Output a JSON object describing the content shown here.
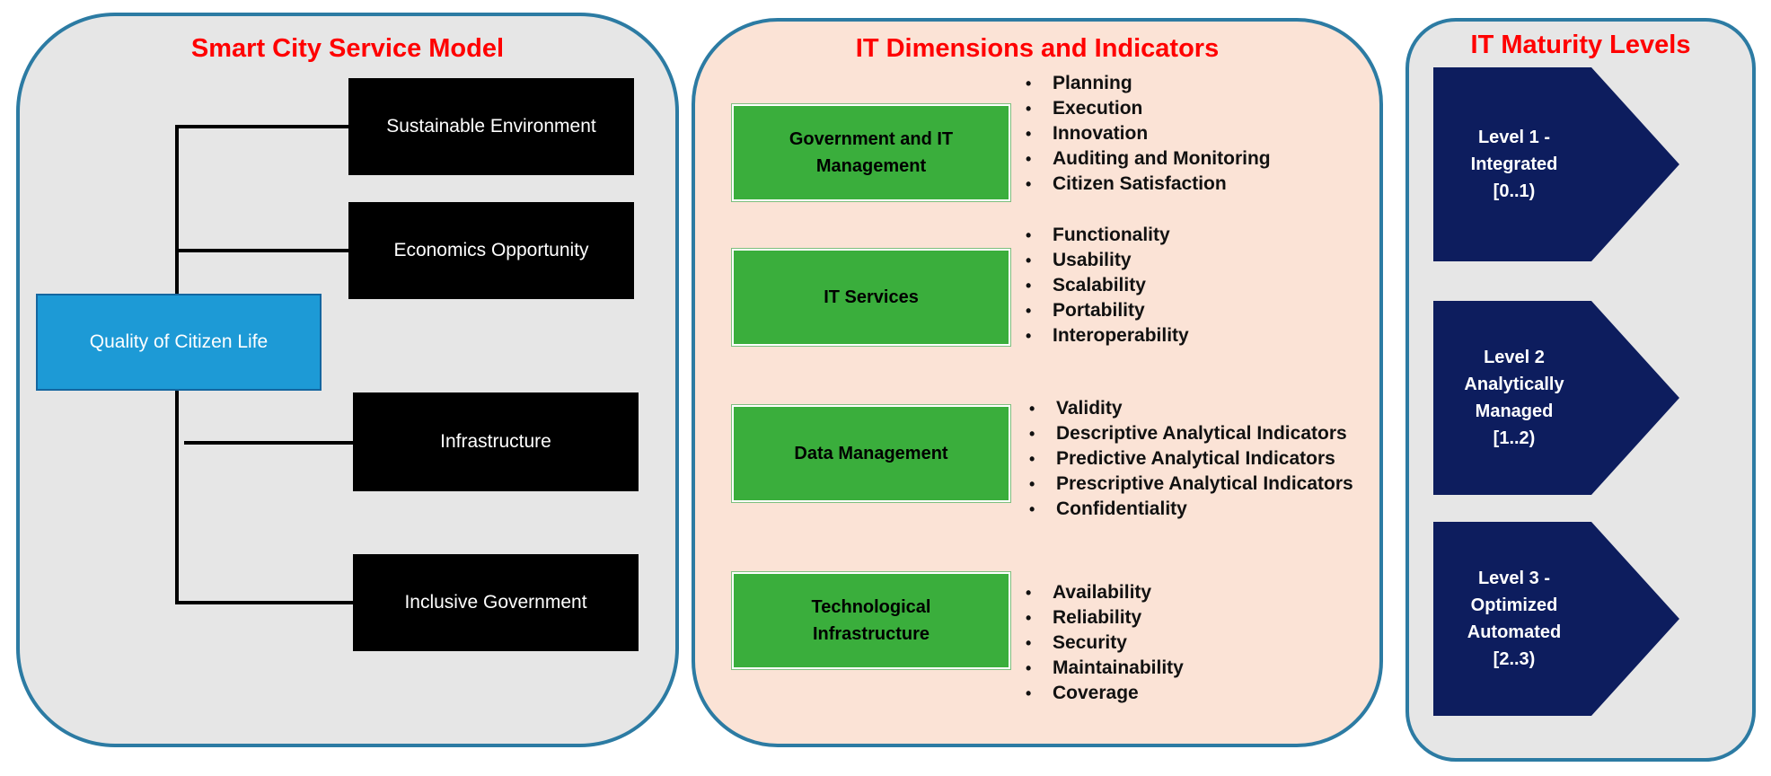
{
  "service_model": {
    "title": "Smart City Service Model",
    "center": "Quality of Citizen Life",
    "boxes": [
      "Sustainable Environment",
      "Economics Opportunity",
      "Infrastructure",
      "Inclusive Government"
    ]
  },
  "dimensions": {
    "title": "IT Dimensions and Indicators",
    "groups": [
      {
        "lines": [
          "Government and IT",
          "Management"
        ],
        "indicators": [
          "Planning",
          "Execution",
          "Innovation",
          "Auditing and Monitoring",
          "Citizen Satisfaction"
        ]
      },
      {
        "lines": [
          "IT Services"
        ],
        "indicators": [
          "Functionality",
          "Usability",
          "Scalability",
          "Portability",
          "Interoperability"
        ]
      },
      {
        "lines": [
          "Data Management"
        ],
        "indicators": [
          "Validity",
          "Descriptive Analytical Indicators",
          "Predictive Analytical Indicators",
          "Prescriptive Analytical Indicators",
          "Confidentiality"
        ]
      },
      {
        "lines": [
          "Technological",
          "Infrastructure"
        ],
        "indicators": [
          "Availability",
          "Reliability",
          "Security",
          "Maintainability",
          "Coverage"
        ]
      }
    ]
  },
  "maturity": {
    "title": "IT Maturity Levels",
    "levels": [
      {
        "lines": [
          "Level 1 -",
          "Integrated",
          "[0..1)"
        ]
      },
      {
        "lines": [
          "Level 2",
          "Analytically",
          "Managed",
          "[1..2)"
        ]
      },
      {
        "lines": [
          "Level 3 -",
          "Optimized",
          "Automated",
          "[2..3)"
        ]
      }
    ]
  },
  "colors": {
    "panel_border": "#2c7ba3",
    "title_red": "#ff0000",
    "green_box": "#3aae3c",
    "blue_box": "#1d9ad6",
    "navy_arrow": "#0d1d5e",
    "peach_panel": "#fbe3d6",
    "gray_panel": "#e6e6e6"
  }
}
